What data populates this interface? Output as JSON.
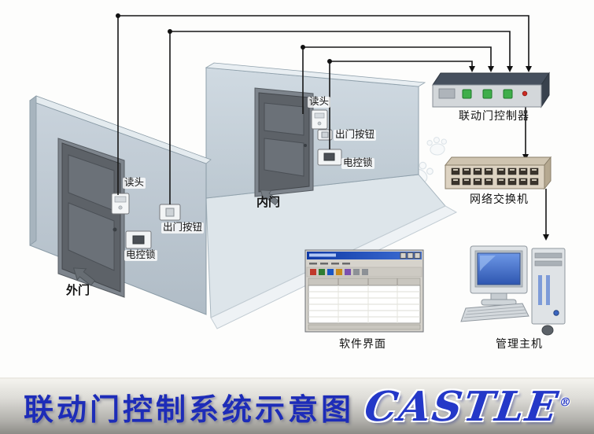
{
  "banner": {
    "title": "联动门控制系统示意图",
    "logo": "CASTLE",
    "registered": "®"
  },
  "room": {
    "inner_door_label": "内门",
    "outer_door_label": "外门"
  },
  "outer_door_devices": {
    "reader": "读头",
    "exit_button": "出门按钮",
    "lock": "电控锁"
  },
  "inner_door_devices": {
    "reader": "读头",
    "exit_button": "出门按钮",
    "lock": "电控锁"
  },
  "equipment": {
    "controller": "联动门控制器",
    "network_switch": "网络交换机",
    "management_host": "管理主机",
    "software_ui": "软件界面"
  },
  "colors": {
    "title_blue": "#1d2cb8",
    "logo_blue": "#2438c8",
    "wall": "#c3cdd6",
    "wire": "#161616",
    "controller_top": "#46505e",
    "button_green": "#3fae4a",
    "switch_body": "#ddd3c2",
    "screen_blue": "#4a7fd6",
    "banner_gray": "#b2b1ac"
  }
}
